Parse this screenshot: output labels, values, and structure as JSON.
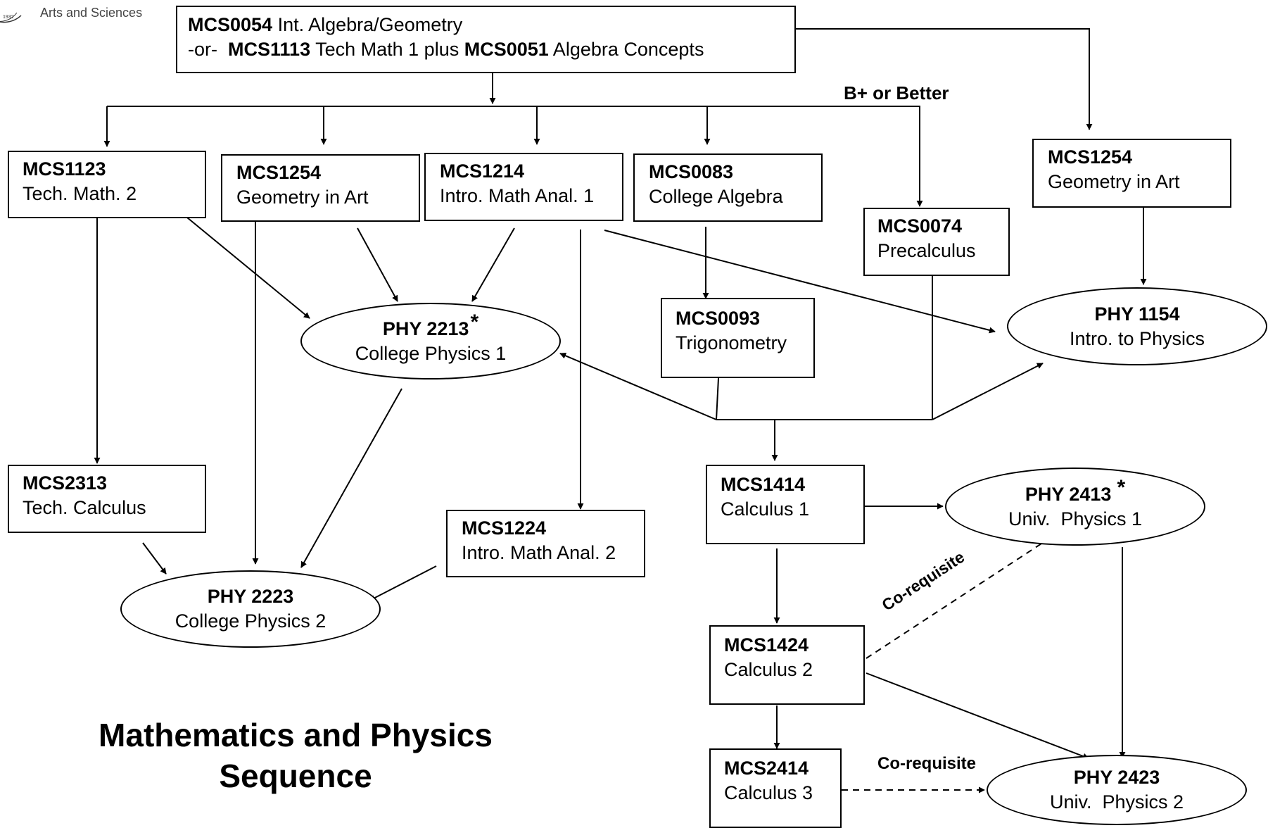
{
  "header": {
    "college": "Arts and Sciences"
  },
  "title": {
    "line1": "Mathematics and Physics",
    "line2": "Sequence"
  },
  "labels": {
    "b_plus": "B+ or Better",
    "coreq_1": "Co-requisite",
    "coreq_2": "Co-requisite"
  },
  "top_box": {
    "line1": {
      "code": "MCS0054",
      "text": " Int. Algebra/Geometry"
    },
    "line2": {
      "prefix": "-or-  ",
      "code_a": "MCS1113",
      "text_a": " Tech Math 1 plus ",
      "code_b": "MCS0051",
      "text_b": " Algebra Concepts"
    }
  },
  "courses": {
    "mcs1123": {
      "code": "MCS1123",
      "name": "Tech. Math. 2"
    },
    "mcs1254_a": {
      "code": "MCS1254",
      "name": "Geometry in Art"
    },
    "mcs1214": {
      "code": "MCS1214",
      "name": "Intro. Math Anal. 1"
    },
    "mcs0083": {
      "code": "MCS0083",
      "name": "College Algebra"
    },
    "mcs0074": {
      "code": "MCS0074",
      "name": "Precalculus"
    },
    "mcs1254_b": {
      "code": "MCS1254",
      "name": "Geometry in Art"
    },
    "mcs0093": {
      "code": "MCS0093",
      "name": "Trigonometry"
    },
    "mcs2313": {
      "code": "MCS2313",
      "name": "Tech. Calculus"
    },
    "mcs1224": {
      "code": "MCS1224",
      "name": "Intro. Math Anal. 2"
    },
    "mcs1414": {
      "code": "MCS1414",
      "name": "Calculus 1"
    },
    "mcs1424": {
      "code": "MCS1424",
      "name": "Calculus 2"
    },
    "mcs2414": {
      "code": "MCS2414",
      "name": "Calculus 3"
    },
    "phy2213": {
      "code": "PHY 2213",
      "star": "*",
      "name": "College Physics 1"
    },
    "phy1154": {
      "code": "PHY 1154",
      "name": "Intro. to Physics"
    },
    "phy2223": {
      "code": "PHY 2223",
      "name": "College Physics 2"
    },
    "phy2413": {
      "code": "PHY 2413",
      "star": "*",
      "name": "Univ.  Physics 1"
    },
    "phy2423": {
      "code": "PHY 2423",
      "name": "Univ.  Physics 2"
    }
  }
}
